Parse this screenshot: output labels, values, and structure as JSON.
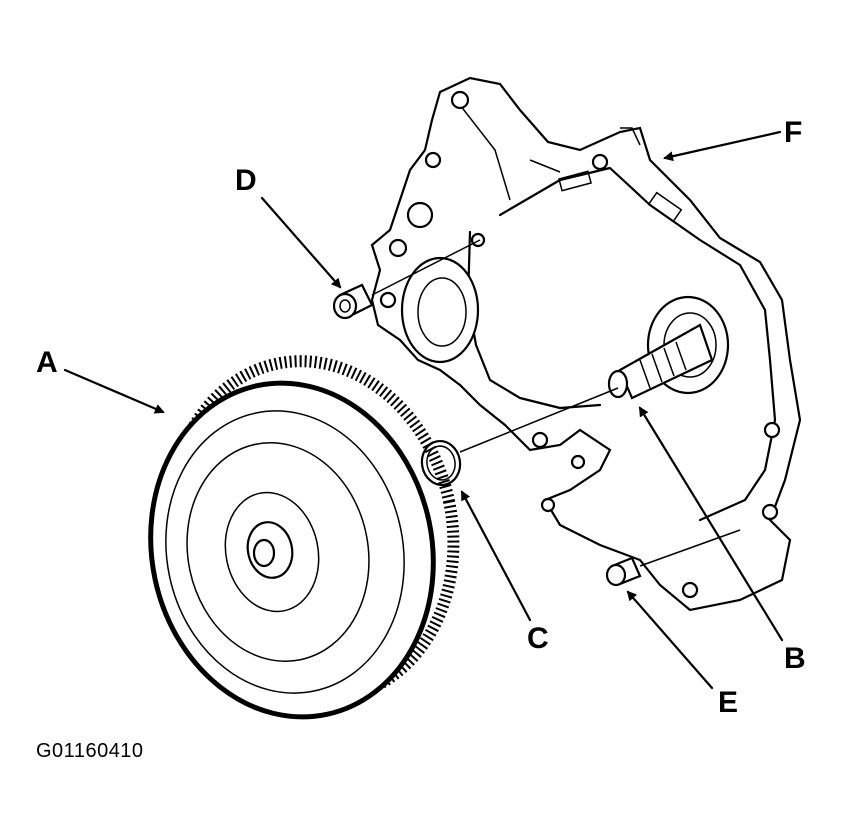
{
  "figure_id": "G01160410",
  "callouts": {
    "a": "A",
    "b": "B",
    "c": "C",
    "d": "D",
    "e": "E",
    "f": "F"
  }
}
